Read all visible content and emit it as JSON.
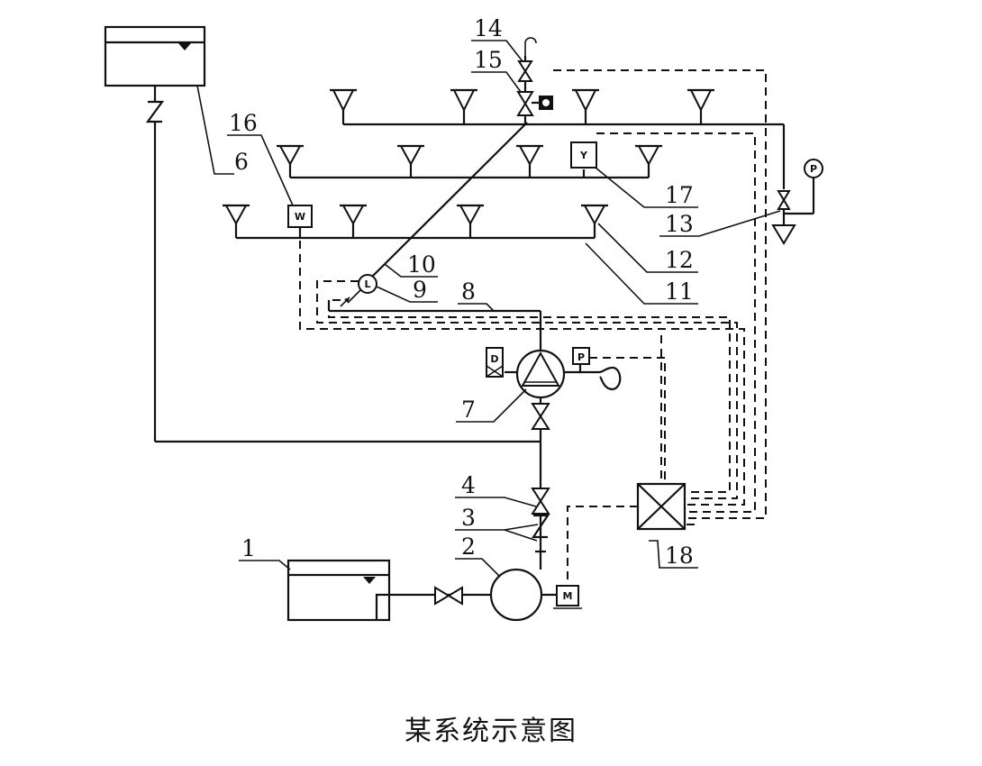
{
  "caption": "某系统示意图",
  "labels": {
    "l1": "1",
    "l2": "2",
    "l3": "3",
    "l4": "4",
    "l6": "6",
    "l7": "7",
    "l8": "8",
    "l9": "9",
    "l10": "10",
    "l11": "11",
    "l12": "12",
    "l13": "13",
    "l14": "14",
    "l15": "15",
    "l16": "16",
    "l17": "17",
    "l18": "18"
  },
  "symbols": {
    "W": "W",
    "Y": "Y",
    "L": "L",
    "P": "P",
    "Pg": "P",
    "D": "D",
    "M": "M"
  }
}
